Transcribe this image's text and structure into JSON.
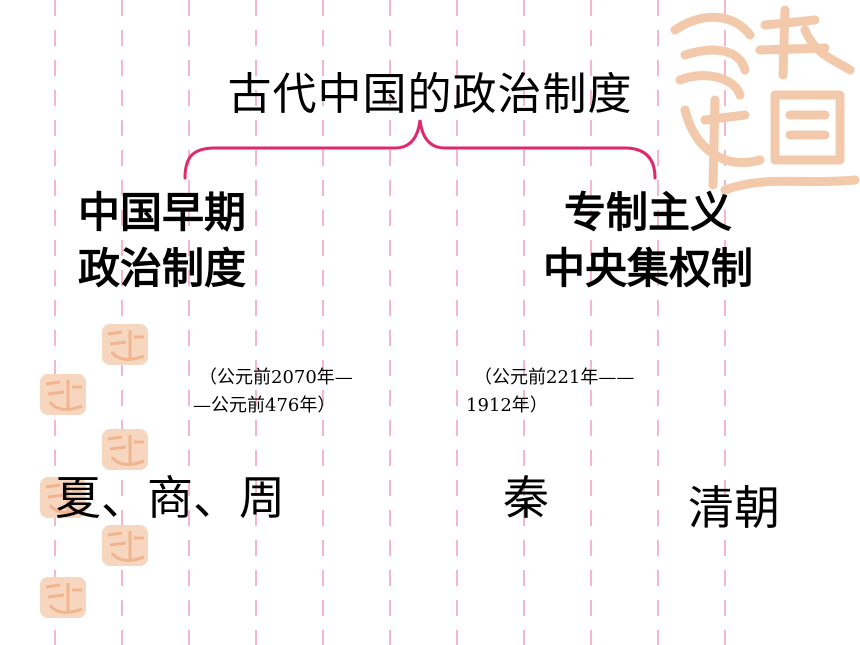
{
  "title": "古代中国的政治制度",
  "left": {
    "heading_line1": "中国早期",
    "heading_line2": "政治制度",
    "period_line1": "（公元前2070年—",
    "period_line2": "—公元前476年）",
    "dynasties": "夏、商、周"
  },
  "right": {
    "heading_line1": "专制主义",
    "heading_line2": "中央集权制",
    "period_line1": "（公元前221年——",
    "period_line2": "1912年）",
    "start_dynasty": "秦",
    "end_dynasty": "清朝"
  },
  "colors": {
    "brace": "#e0286e",
    "grid_dash": "#f4b8c8",
    "seal": "#f3c0a0"
  }
}
